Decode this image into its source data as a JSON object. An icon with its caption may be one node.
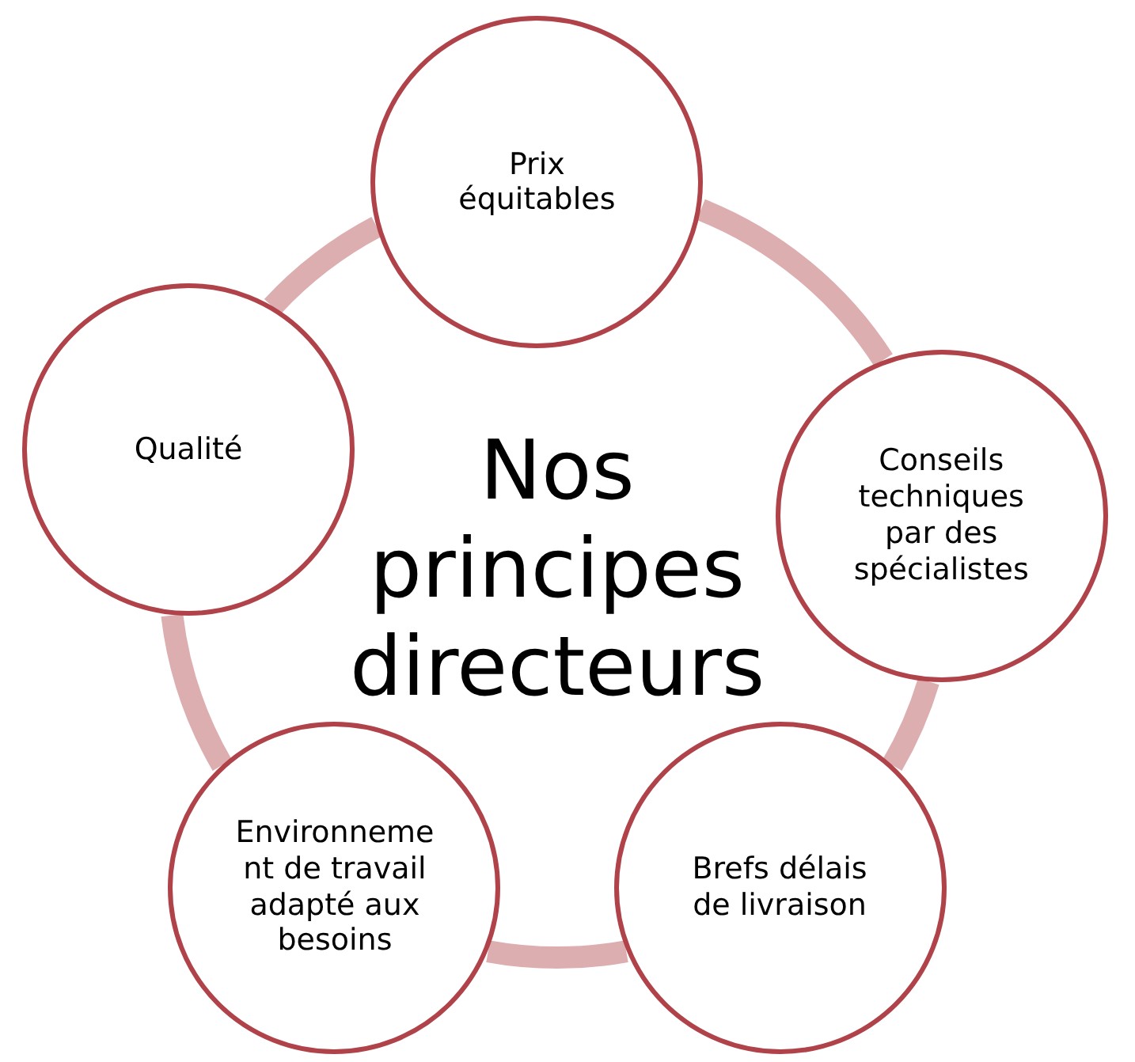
{
  "diagram": {
    "nodes": [
      {
        "text": [
          "Nos principes directeurs"
        ]
      },
      {
        "text": [
          "Prix équitables"
        ]
      },
      {
        "text": [
          "Conseils techniques par des spécialistes"
        ]
      },
      {
        "text": [
          "Brefs délais de livraison"
        ]
      },
      {
        "text": [
          "Environneme nt de travail adapté aux besoins"
        ]
      },
      {
        "text": [
          "Qualité"
        ]
      }
    ],
    "edges": [
      {
        "from": 1,
        "to": 2,
        "arrow": "none"
      },
      {
        "from": 2,
        "to": 3,
        "arrow": "none"
      },
      {
        "from": 3,
        "to": 4,
        "arrow": "none"
      },
      {
        "from": 4,
        "to": 5,
        "arrow": "none"
      },
      {
        "from": 5,
        "to": 1,
        "arrow": "none"
      }
    ]
  }
}
